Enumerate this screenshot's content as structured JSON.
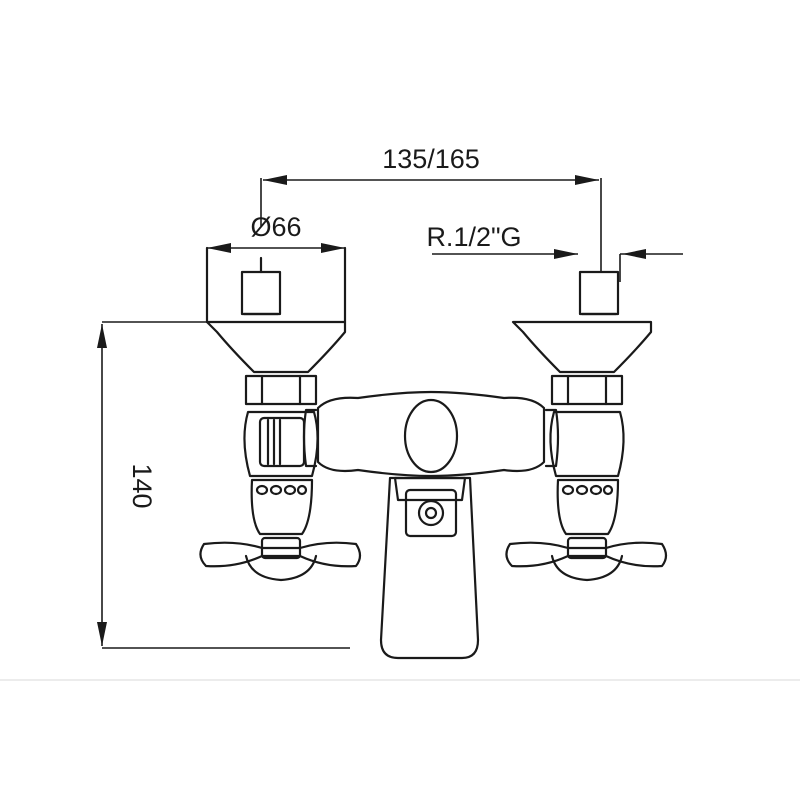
{
  "dimensions": {
    "center_distance": "135/165",
    "handle_diameter": "Ø66",
    "thread": "R.1/2\"G",
    "height": "140"
  }
}
